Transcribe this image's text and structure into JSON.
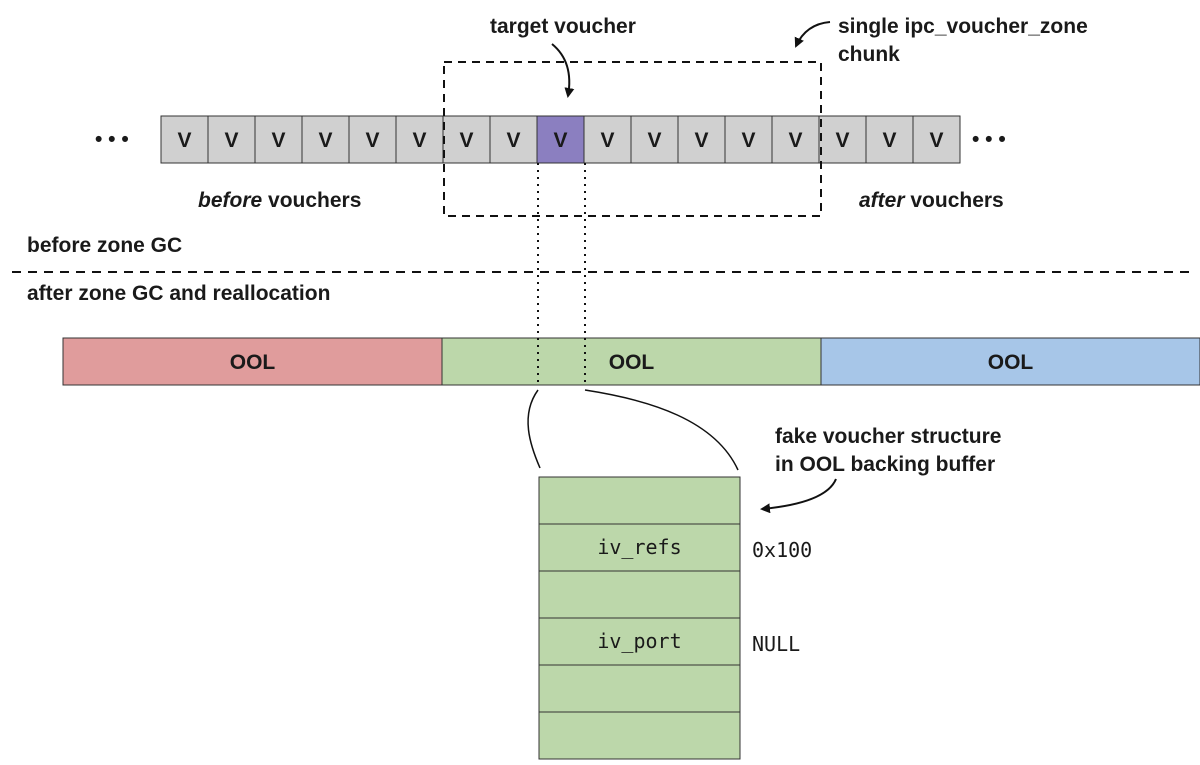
{
  "labels": {
    "target": "target voucher",
    "chunk_line1": "single ipc_voucher_zone",
    "chunk_line2": "chunk",
    "before_italic": "before",
    "before_rest": " vouchers",
    "after_italic": "after",
    "after_rest": " vouchers",
    "before_gc": "before zone GC",
    "after_gc": "after zone GC and reallocation",
    "fake_line1": "fake voucher structure",
    "fake_line2": "in OOL backing buffer",
    "ellipsis": "• • •"
  },
  "voucher_cells": [
    "V",
    "V",
    "V",
    "V",
    "V",
    "V",
    "V",
    "V",
    "V",
    "V",
    "V",
    "V",
    "V",
    "V",
    "V",
    "V",
    "V"
  ],
  "target_index": 8,
  "ool_blocks": [
    {
      "label": "OOL",
      "color": "#e09c9c"
    },
    {
      "label": "OOL",
      "color": "#bcd7aa"
    },
    {
      "label": "OOL",
      "color": "#a7c6e8"
    }
  ],
  "fake_rows": [
    {
      "field": "",
      "value": ""
    },
    {
      "field": "iv_refs",
      "value": "0x100"
    },
    {
      "field": "",
      "value": ""
    },
    {
      "field": "iv_port",
      "value": "NULL"
    },
    {
      "field": "",
      "value": ""
    },
    {
      "field": "",
      "value": ""
    }
  ],
  "colors": {
    "cell": "#d0d0d0",
    "target_cell": "#8b7fc0",
    "fake_fill": "#bcd7aa"
  }
}
